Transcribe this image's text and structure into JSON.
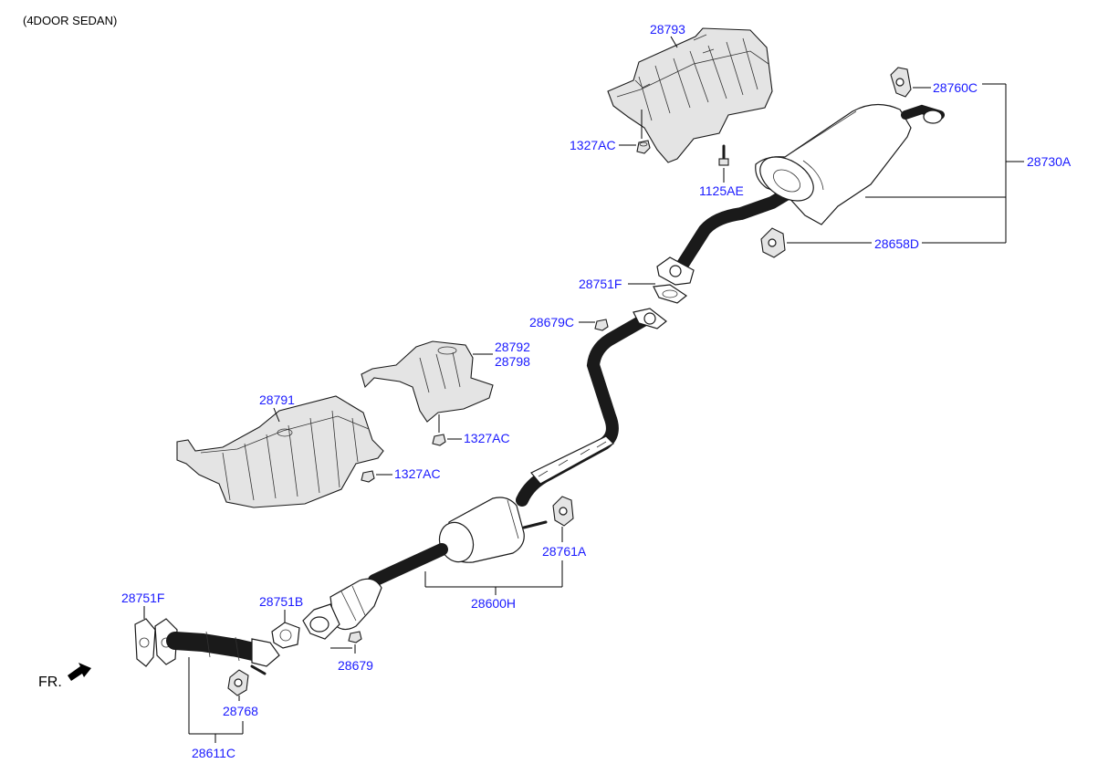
{
  "header": {
    "variant": "(4DOOR SEDAN)"
  },
  "direction": {
    "label": "FR."
  },
  "labels": {
    "p28793": "28793",
    "p28760C": "28760C",
    "p1327AC_top": "1327AC",
    "p1125AE": "1125AE",
    "p28730A": "28730A",
    "p28658D": "28658D",
    "p28751F_mid": "28751F",
    "p28679C": "28679C",
    "p28792": "28792",
    "p28798": "28798",
    "p1327AC_mid": "1327AC",
    "p28791": "28791",
    "p1327AC_left": "1327AC",
    "p28761A": "28761A",
    "p28600H": "28600H",
    "p28751F_left": "28751F",
    "p28751B": "28751B",
    "p28679": "28679",
    "p28768": "28768",
    "p28611C": "28611C"
  },
  "colors": {
    "label_blue": "#1a1aff",
    "line": "#000000",
    "shield_fill": "#e4e4e4"
  }
}
